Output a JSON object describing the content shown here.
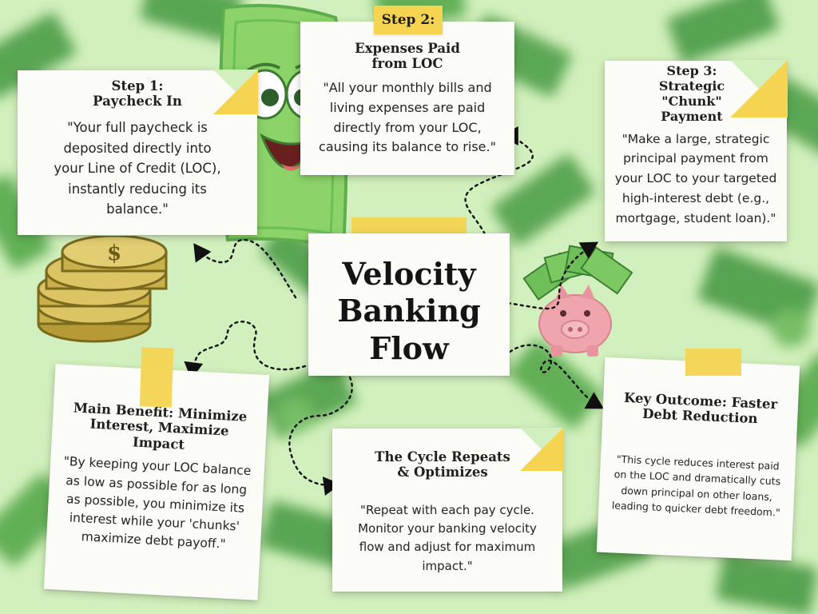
{
  "title": {
    "line1": "Velocity",
    "line2": "Banking",
    "line3": "Flow"
  },
  "step1": {
    "title_line1": "Step 1:",
    "title_line2": "Paycheck In",
    "lines": [
      "\"Your full paycheck is",
      "deposited directly into",
      "your Line of Credit (LOC),",
      "instantly reducing its",
      "balance.\""
    ]
  },
  "step2": {
    "label": "Step 2:",
    "title_line1": "Expenses Paid",
    "title_line2": "from LOC",
    "lines": [
      "\"All your monthly bills and",
      "living expenses are paid",
      "directly from your LOC,",
      "causing its balance to rise.\""
    ]
  },
  "step3": {
    "title_lines": [
      "Step 3:",
      "Strategic",
      "\"Chunk\"",
      "Payment"
    ],
    "lines": [
      "\"Make a large, strategic",
      "principal payment from",
      "your LOC to your targeted",
      "high-interest debt (e.g.,",
      "mortgage, student loan).\""
    ]
  },
  "benefit": {
    "title_lines": [
      "Main Benefit: Minimize",
      "Interest, Maximize",
      "Impact"
    ],
    "lines": [
      "\"By keeping your LOC balance",
      "as low as possible for as long",
      "as possible, you minimize its",
      "interest while your 'chunks'",
      "maximize debt payoff.\""
    ]
  },
  "cycle": {
    "title_lines": [
      "The Cycle Repeats",
      "& Optimizes"
    ],
    "lines": [
      "\"Repeat with each pay cycle.",
      "Monitor your banking velocity",
      "flow and adjust for maximum",
      "impact.\""
    ]
  },
  "outcome": {
    "title_lines": [
      "Key Outcome: Faster",
      "Debt Reduction"
    ],
    "lines": [
      "\"This cycle reduces interest paid",
      "on the LOC and dramatically cuts",
      "down principal on other loans,",
      "leading to quicker debt freedom.\""
    ]
  },
  "icons": {
    "bill": "cartoon-dollar-bill-icon",
    "coins": "coin-stack-icon",
    "piggy": "piggy-bank-icon",
    "cash": "cash-fan-icon"
  },
  "colors": {
    "background": "#d2f0bd",
    "tape": "#f4d451",
    "money_green": "#5fae4e",
    "note": "#fbfbf7",
    "piggy": "#eea5ae",
    "coin": "#c9b04a"
  }
}
